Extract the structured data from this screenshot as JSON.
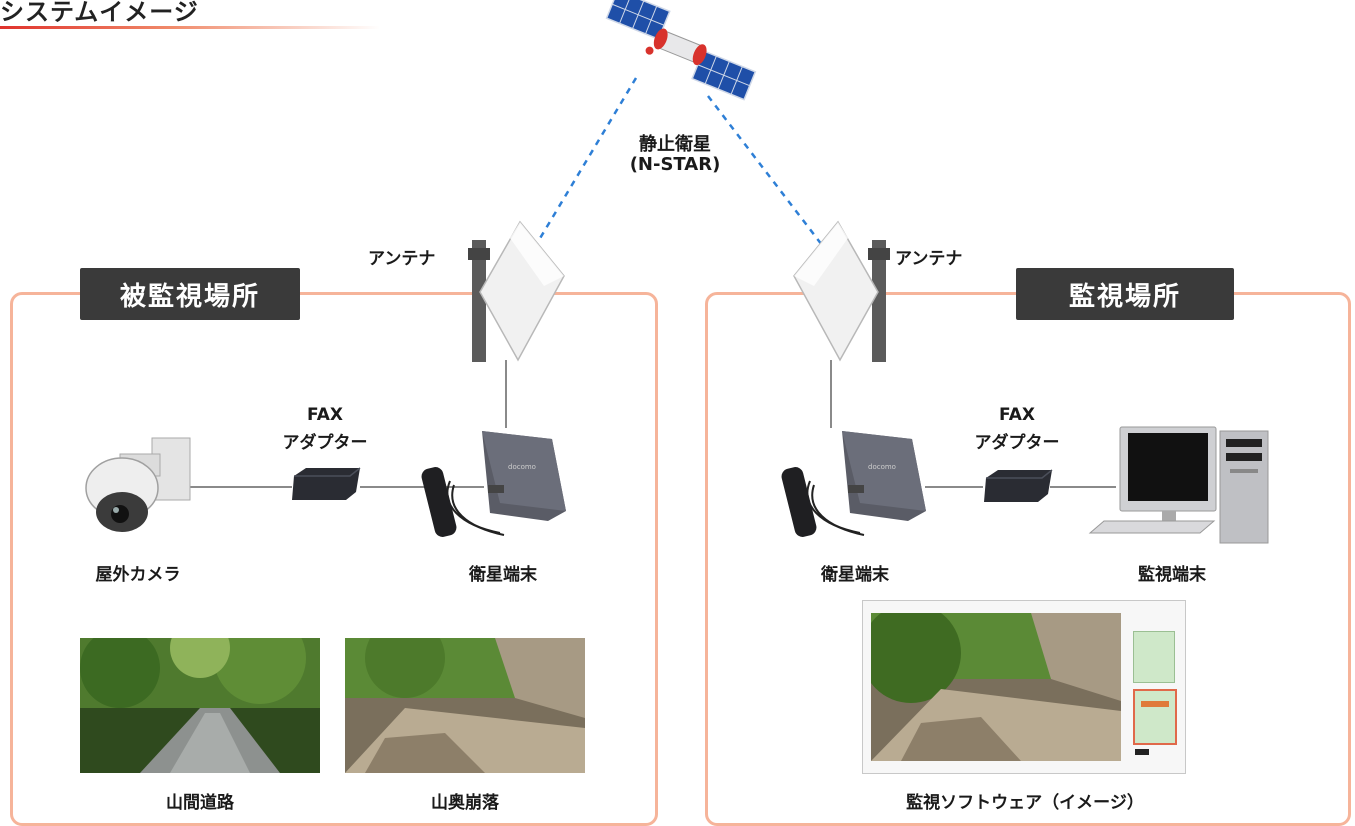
{
  "heading": "システムイメージ",
  "satellite": {
    "name": "静止衛星",
    "code": "(N-STAR)"
  },
  "antenna_label": "アンテナ",
  "monitored_site": {
    "title": "被監視場所",
    "camera_label": "屋外カメラ",
    "fax_line1": "FAX",
    "fax_line2": "アダプター",
    "terminal_label": "衛星端末",
    "photo1_label": "山間道路",
    "photo2_label": "山奥崩落"
  },
  "monitoring_site": {
    "title": "監視場所",
    "terminal_label": "衛星端末",
    "fax_line1": "FAX",
    "fax_line2": "アダプター",
    "pc_label": "監視端末",
    "software_label": "監視ソフトウェア（イメージ）"
  },
  "colors": {
    "accent_orange": "#f6b49a",
    "label_bg": "#3a3a3a",
    "satellite_link": "#2e7fd6",
    "heading_rule": "#e0322c"
  }
}
